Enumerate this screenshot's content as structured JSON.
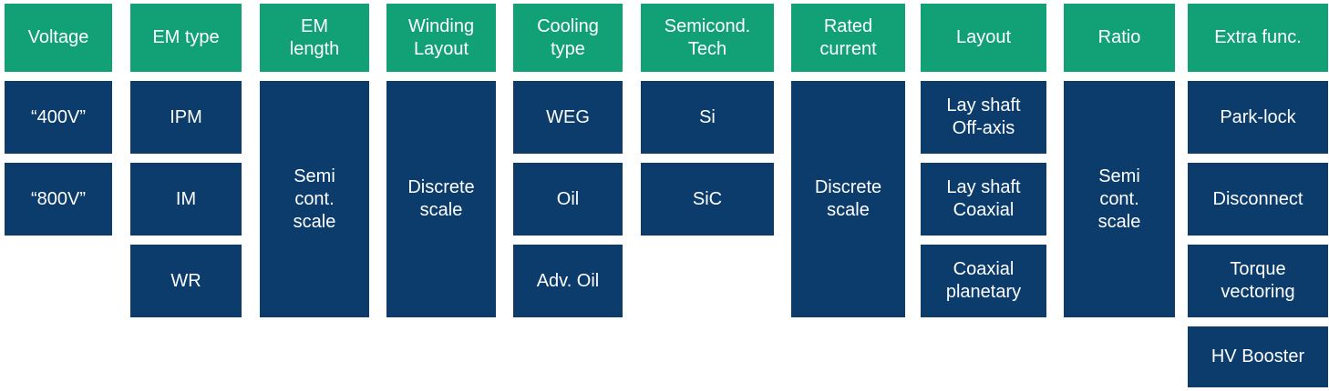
{
  "colors": {
    "header_bg": "#12A076",
    "item_bg": "#0C3C6C",
    "text_color": "#FFFFFF"
  },
  "columns": [
    {
      "id": "voltage",
      "header": "Voltage",
      "items": [
        {
          "label": "“400V”"
        },
        {
          "label": "“800V”"
        }
      ]
    },
    {
      "id": "em-type",
      "header": "EM type",
      "items": [
        {
          "label": "IPM"
        },
        {
          "label": "IM"
        },
        {
          "label": "WR"
        }
      ]
    },
    {
      "id": "em-length",
      "header": "EM\nlength",
      "items": [
        {
          "label": "Semi\ncont.\nscale"
        }
      ]
    },
    {
      "id": "winding-layout",
      "header": "Winding\nLayout",
      "items": [
        {
          "label": "Discrete\nscale"
        }
      ]
    },
    {
      "id": "cooling-type",
      "header": "Cooling\ntype",
      "items": [
        {
          "label": "WEG"
        },
        {
          "label": "Oil"
        },
        {
          "label": "Adv. Oil"
        }
      ]
    },
    {
      "id": "semicond-tech",
      "header": "Semicond.\nTech",
      "items": [
        {
          "label": "Si"
        },
        {
          "label": "SiC"
        }
      ]
    },
    {
      "id": "rated-current",
      "header": "Rated\ncurrent",
      "items": [
        {
          "label": "Discrete\nscale"
        }
      ]
    },
    {
      "id": "layout",
      "header": "Layout",
      "items": [
        {
          "label": "Lay shaft\nOff-axis"
        },
        {
          "label": "Lay shaft\nCoaxial"
        },
        {
          "label": "Coaxial\nplanetary"
        }
      ]
    },
    {
      "id": "ratio",
      "header": "Ratio",
      "items": [
        {
          "label": "Semi\ncont.\nscale"
        }
      ]
    },
    {
      "id": "extra-func",
      "header": "Extra func.",
      "items": [
        {
          "label": "Park-lock"
        },
        {
          "label": "Disconnect"
        },
        {
          "label": "Torque\nvectoring"
        },
        {
          "label": "HV Booster"
        }
      ]
    }
  ]
}
